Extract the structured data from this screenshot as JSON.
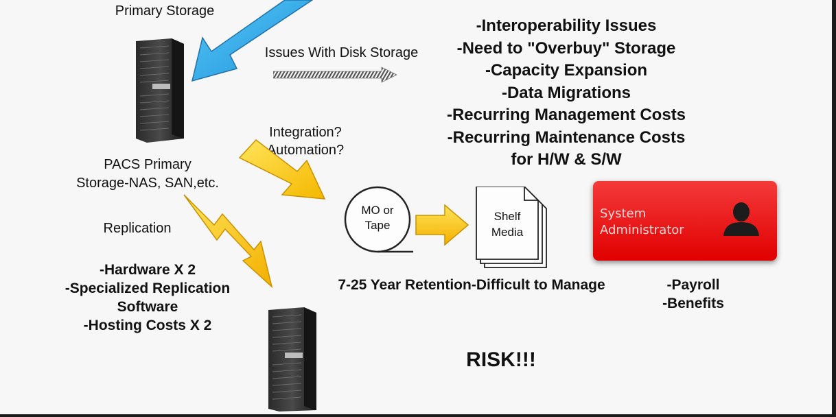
{
  "labels": {
    "primary_storage": "Primary Storage",
    "issues_with_disk": "Issues With Disk Storage",
    "integration": "Integration?",
    "automation": "Automation?",
    "pacs_line1": "PACS Primary",
    "pacs_line2": "Storage-NAS, SAN,etc.",
    "replication": "Replication",
    "mo_line1": "MO or",
    "mo_line2": "Tape",
    "shelf_line1": "Shelf",
    "shelf_line2": "Media",
    "retention": "7-25 Year Retention-Difficult to Manage",
    "risk": "RISK!!!"
  },
  "disk_issues": [
    "-Interoperability Issues",
    "-Need to \"Overbuy\" Storage",
    "-Capacity Expansion",
    "-Data Migrations",
    "-Recurring Management Costs",
    "-Recurring Maintenance Costs",
    "for H/W & S/W"
  ],
  "replication_costs": [
    "-Hardware X 2",
    "-Specialized Replication",
    "Software",
    "-Hosting Costs X 2"
  ],
  "system_admin": {
    "line1": "System",
    "line2": "Administrator",
    "costs": [
      "-Payroll",
      "-Benefits"
    ]
  },
  "icons": {
    "server": "server-tower-icon",
    "person": "person-silhouette-icon"
  },
  "colors": {
    "blue_arrow": "#2aa6ea",
    "yellow_arrow": "#ffd21e",
    "red_box": "#e81515"
  }
}
